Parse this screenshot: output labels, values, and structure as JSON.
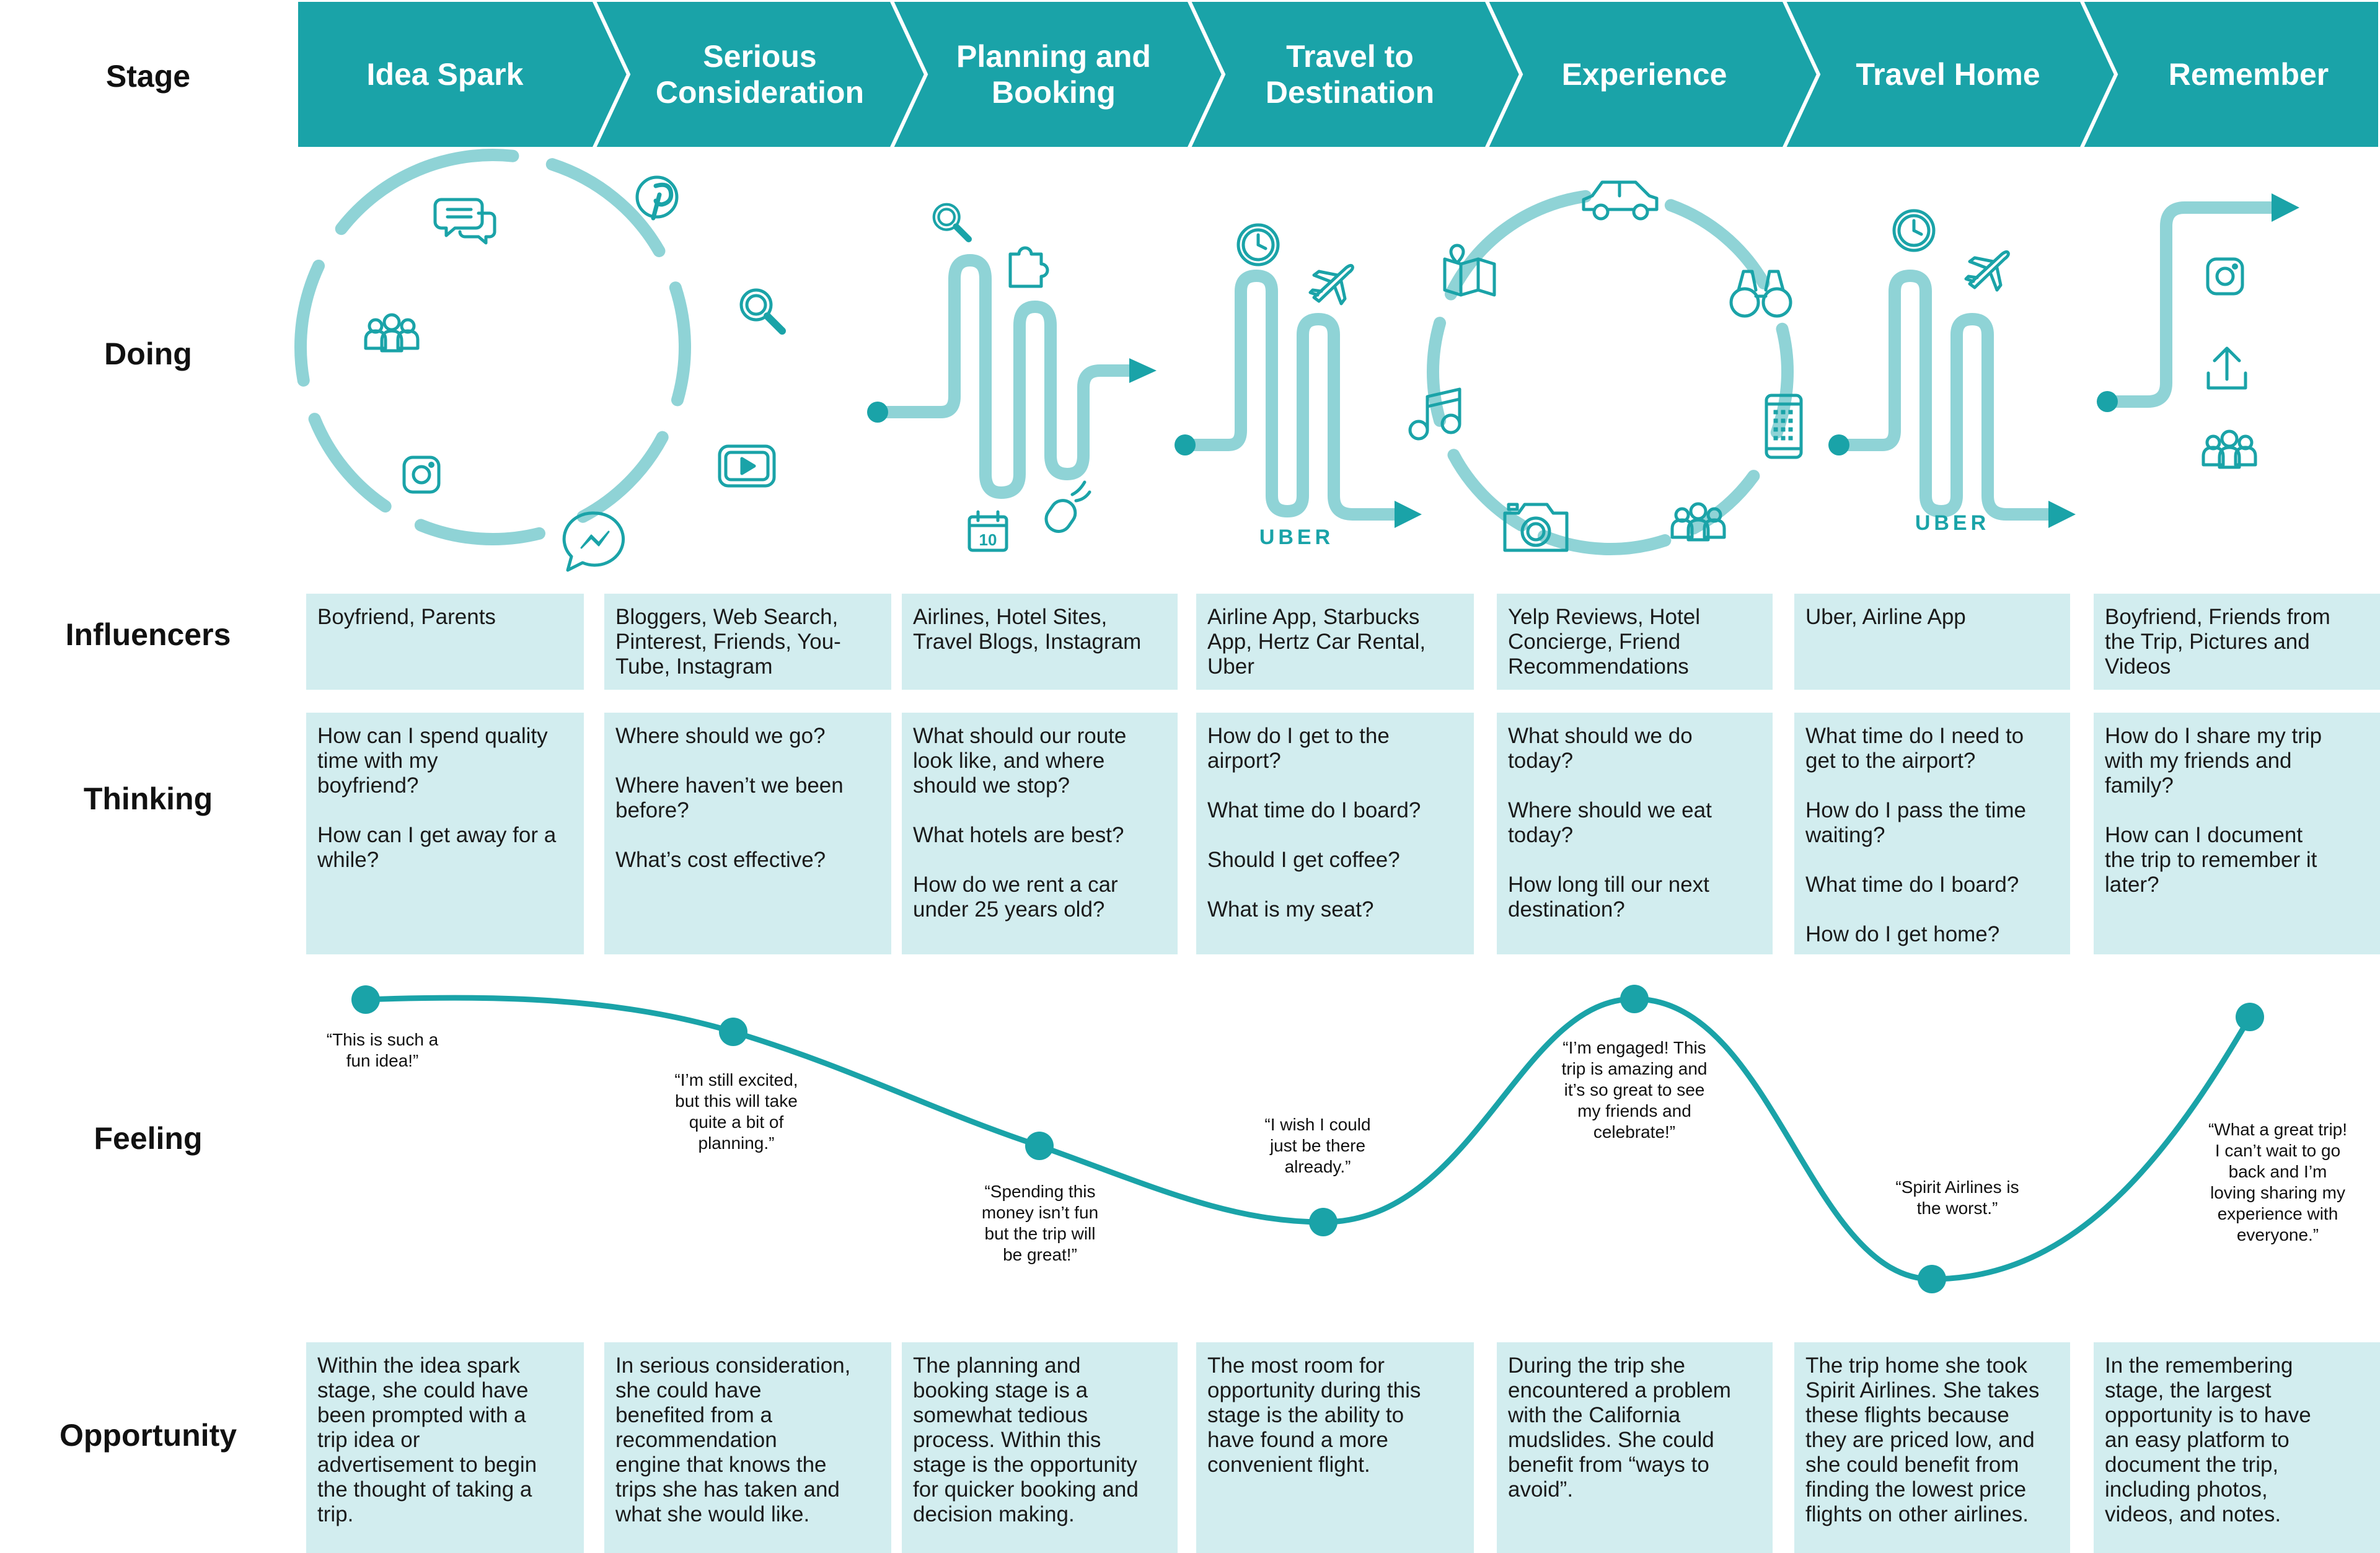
{
  "row_labels": {
    "stage": "Stage",
    "doing": "Doing",
    "influencers": "Influencers",
    "thinking": "Thinking",
    "feeling": "Feeling",
    "opportunity": "Opportunity"
  },
  "colors": {
    "stage_fill": "#1aa3a8",
    "stage_text": "#ffffff",
    "cell_fill": "#d2edef",
    "path_light": "#8fd3d6",
    "icon": "#1aa3a8",
    "curve": "#1aa3a8"
  },
  "stages": [
    {
      "lines": [
        "Idea Spark"
      ]
    },
    {
      "lines": [
        "Serious",
        "Consideration"
      ]
    },
    {
      "lines": [
        "Planning and",
        "Booking"
      ]
    },
    {
      "lines": [
        "Travel to",
        "Destination"
      ]
    },
    {
      "lines": [
        "Experience"
      ]
    },
    {
      "lines": [
        "Travel Home"
      ]
    },
    {
      "lines": [
        "Remember"
      ]
    }
  ],
  "doing": {
    "uber_label_1": "UBER",
    "uber_label_2": "UBER",
    "icons": {
      "idea_spark": [
        "chat-bubbles-icon",
        "pinterest-icon",
        "search-icon",
        "group-icon",
        "instagram-icon",
        "youtube-icon",
        "messenger-icon"
      ],
      "planning": [
        "search-icon",
        "puzzle-icon",
        "calendar-icon",
        "mouse-icon"
      ],
      "travel_to": [
        "clock-icon",
        "airplane-icon"
      ],
      "experience": [
        "car-icon",
        "map-icon",
        "binoculars-icon",
        "music-note-icon",
        "phone-icon",
        "camera-icon",
        "group-icon"
      ],
      "travel_home": [
        "clock-icon",
        "airplane-icon"
      ],
      "remember": [
        "instagram-icon",
        "upload-icon",
        "group-icon"
      ]
    },
    "calendar_day": "10"
  },
  "influencers": [
    [
      "Boyfriend, Parents"
    ],
    [
      "Bloggers, Web Search,",
      "Pinterest, Friends, You-",
      "Tube, Instagram"
    ],
    [
      "Airlines, Hotel Sites,",
      "Travel Blogs, Instagram"
    ],
    [
      "Airline App, Starbucks",
      "App, Hertz Car Rental,",
      "Uber"
    ],
    [
      "Yelp Reviews, Hotel",
      "Concierge, Friend",
      "Recommendations"
    ],
    [
      "Uber, Airline App"
    ],
    [
      "Boyfriend, Friends from",
      "the Trip, Pictures and",
      "Videos"
    ]
  ],
  "thinking": [
    [
      [
        "How can I spend quality",
        "time with my",
        "boyfriend?"
      ],
      [
        "How can I get away for a",
        "while?"
      ]
    ],
    [
      [
        "Where should we go?"
      ],
      [
        "Where haven’t we been",
        "before?"
      ],
      [
        "What’s cost effective?"
      ]
    ],
    [
      [
        "What should our route",
        "look like, and where",
        "should we stop?"
      ],
      [
        "What hotels are best?"
      ],
      [
        "How do we rent a car",
        "under 25 years old?"
      ]
    ],
    [
      [
        "How do I get to the",
        "airport?"
      ],
      [
        "What time do I board?"
      ],
      [
        "Should I get coffee?"
      ],
      [
        "What is my seat?"
      ]
    ],
    [
      [
        "What should we do",
        "today?"
      ],
      [
        "Where should we eat",
        "today?"
      ],
      [
        "How long till our next",
        "destination?"
      ]
    ],
    [
      [
        "What time do I need to",
        "get to the airport?"
      ],
      [
        "How do I pass the time",
        "waiting?"
      ],
      [
        "What time do I board?"
      ],
      [
        "How do I get home?"
      ]
    ],
    [
      [
        "How do I share my trip",
        "with my friends and",
        "family?"
      ],
      [
        "How can I document",
        "the trip to remember it",
        "later?"
      ]
    ]
  ],
  "feeling": [
    {
      "quote": [
        "“This is such a",
        "fun idea!”"
      ]
    },
    {
      "quote": [
        "“I’m still excited,",
        "but this will take",
        "quite a bit of",
        "planning.”"
      ]
    },
    {
      "quote": [
        "“Spending this",
        "money isn’t fun",
        "but the trip will",
        "be great!”"
      ]
    },
    {
      "quote": [
        "“I wish I could",
        "just be there",
        "already.”"
      ]
    },
    {
      "quote": [
        "“I’m engaged! This",
        "trip is amazing and",
        "it’s so great to see",
        "my friends and",
        "celebrate!”"
      ]
    },
    {
      "quote": [
        "“Spirit Airlines is",
        "the worst.”"
      ]
    },
    {
      "quote": [
        "“What a great trip!",
        "I can’t wait to go",
        "back and I’m",
        "loving sharing my",
        "experience with",
        "everyone.”"
      ]
    }
  ],
  "opportunity": [
    [
      "Within the idea spark",
      "stage, she could have",
      "been prompted with a",
      "trip idea or",
      "advertisement to begin",
      "the thought of taking a",
      "trip."
    ],
    [
      "In serious consideration,",
      "she could have",
      "benefited from a",
      "recommendation",
      "engine that knows the",
      "trips she has taken and",
      "what she would like."
    ],
    [
      "The planning and",
      "booking stage is a",
      "somewhat tedious",
      "process. Within this",
      "stage is the opportunity",
      "for quicker booking and",
      "decision making."
    ],
    [
      "The most room for",
      "opportunity during this",
      "stage is the ability to",
      "have found a more",
      "convenient flight."
    ],
    [
      "During the trip she",
      "encountered a problem",
      "with the California",
      "mudslides. She could",
      "benefit from “ways to",
      "avoid”."
    ],
    [
      "The trip home she took",
      "Spirit Airlines. She takes",
      "these flights because",
      "they are priced low, and",
      "she could benefit from",
      "finding the lowest price",
      "flights on other airlines."
    ],
    [
      "In the remembering",
      "stage, the largest",
      "opportunity is to have",
      "an easy platform to",
      "document the trip,",
      "including photos,",
      "videos, and notes."
    ]
  ]
}
